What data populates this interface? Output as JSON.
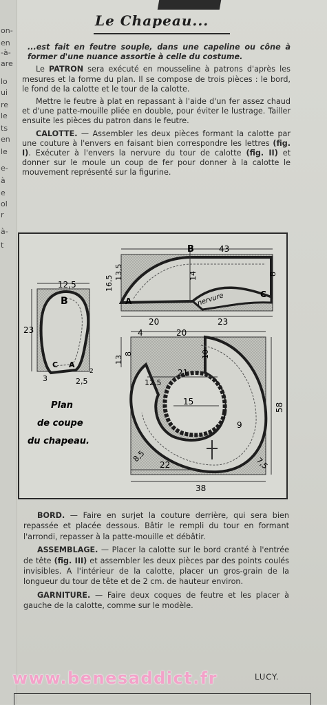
{
  "left_fragments": [
    "on-",
    "en",
    "-à-",
    "are",
    "lo",
    "ui",
    "re",
    "le",
    "ts",
    "en",
    "le",
    "e-",
    "à",
    "e",
    "ol",
    "r",
    "à-",
    "t"
  ],
  "title": "Le Chapeau...",
  "intro": "...est fait en feutre souple, dans une capeline ou cône à former d'une nuance assortie à celle du costume.",
  "patron": {
    "before": "Le ",
    "keyword": "PATRON",
    "after": " sera exécuté en mousseline à patrons d'après les mesures et la forme du plan. Il se compose de trois pièces : le bord, le fond de la calotte et le tour de la calotte."
  },
  "mettre": "Mettre le feutre à plat en repassant à l'aide d'un fer assez chaud et d'une patte-mouille pliée en double, pour éviter le lustrage. Tailler ensuite les pièces du patron dans le feutre.",
  "calotte": {
    "keyword": "CALOTTE.",
    "part1": " — Assembler les deux pièces formant la calotte par une couture à l'envers en faisant bien correspondre les lettres ",
    "fig1": "(fig. I)",
    "part2": ". Exécuter à l'envers la nervure du tour de calotte ",
    "fig2": "(fig. II)",
    "part3": " et donner sur le moule un coup de fer pour donner à la calotte le mouvement représenté sur la figurine."
  },
  "diagram": {
    "caption": [
      "Plan",
      "de coupe",
      "du chapeau."
    ],
    "labels": {
      "B": "B",
      "C": "C",
      "A": "A",
      "w12_5": "12,5",
      "h23": "23",
      "b3": "3",
      "b2_5": "2,5",
      "b2": "2",
      "w43": "43",
      "h16_5": "16,5",
      "h13_5": "13,5",
      "h14": "14",
      "h8": "8",
      "w20a": "20",
      "w23": "23",
      "nervure": "nervure",
      "w4": "4",
      "w20b": "20",
      "h13": "13",
      "h8b": "8",
      "h10": "10",
      "w21": "21",
      "w12_5b": "12,5",
      "w15": "15",
      "w9": "9",
      "h58": "58",
      "d8_5": "8,5",
      "d7_5": "7,5",
      "w22": "22",
      "w38": "38"
    }
  },
  "bord": {
    "keyword": "BORD.",
    "text": " — Faire en surjet la couture derrière, qui sera bien repassée et placée dessous. Bâtir le rempli du tour en formant l'arrondi, repasser à la patte-mouille et débâtir."
  },
  "assemblage": {
    "keyword": "ASSEMBLAGE.",
    "part1": " — Placer la calotte sur le bord cranté à l'entrée de tête ",
    "fig3": "(fig. III)",
    "part2": " et assembler les deux pièces par des points coulés invisibles. A l'intérieur de la calotte, placer un gros-grain de la longueur du tour de tête et de 2 cm. de hauteur environ."
  },
  "garniture": {
    "keyword": "GARNITURE.",
    "text": " — Faire deux coques de feutre et les placer à gauche de la calotte, comme sur le modèle."
  },
  "signature": "LUCY.",
  "watermark": "www.benesaddict.fr"
}
